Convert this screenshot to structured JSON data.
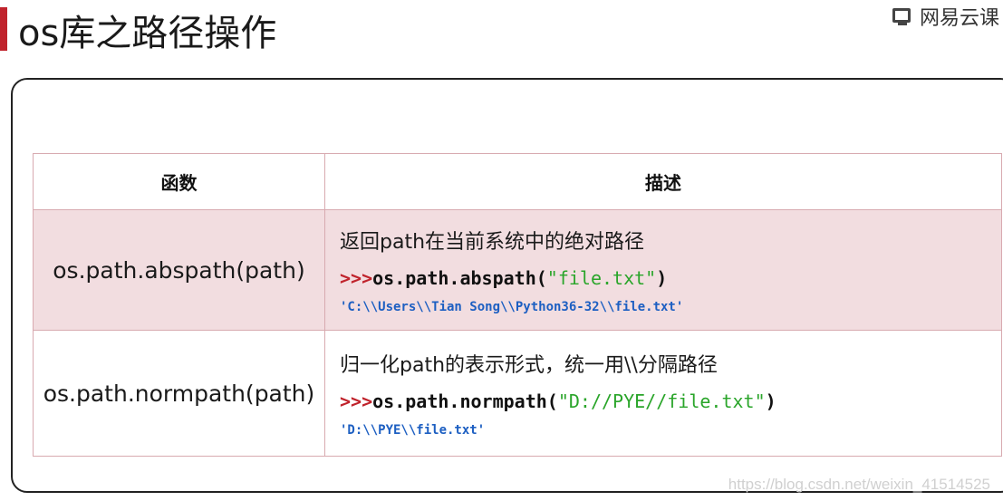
{
  "slide": {
    "title": "os库之路径操作",
    "brand_text": "网易云课",
    "brand_icon": "book-icon",
    "accent_color": "#c0232c"
  },
  "table": {
    "headers": [
      "函数",
      "描述"
    ],
    "rows": [
      {
        "function": "os.path.abspath(path)",
        "description": "返回path在当前系统中的绝对路径",
        "code_prompt": ">>>",
        "code_call": "os.path.abspath(",
        "code_arg": "\"file.txt\"",
        "code_close": ")",
        "result": "'C:\\\\Users\\\\Tian Song\\\\Python36-32\\\\file.txt'"
      },
      {
        "function": "os.path.normpath(path)",
        "description": "归一化path的表示形式，统一用\\\\分隔路径",
        "code_prompt": ">>>",
        "code_call": "os.path.normpath(",
        "code_arg": "\"D://PYE//file.txt\"",
        "code_close": ")",
        "result": "'D:\\\\PYE\\\\file.txt'"
      }
    ]
  },
  "watermark": "https://blog.csdn.net/weixin_41514525"
}
